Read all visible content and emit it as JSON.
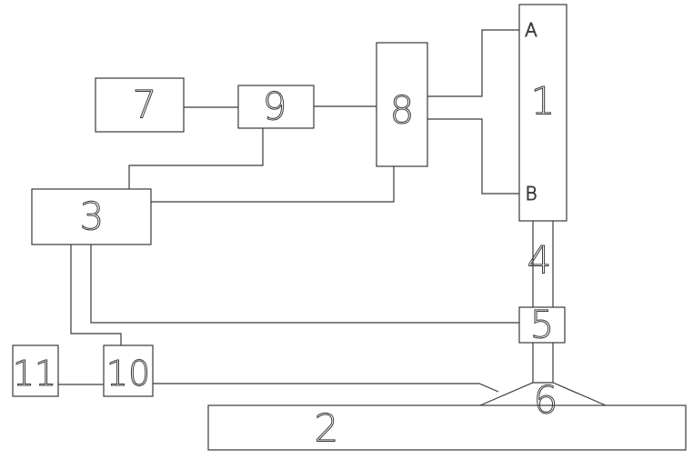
{
  "labels": {
    "b1": "1",
    "b2": "2",
    "b3": "3",
    "s4": "4",
    "b5": "5",
    "s6": "6",
    "b7": "7",
    "b8": "8",
    "b9": "9",
    "b10": "10",
    "b11": "11",
    "pA": "A",
    "pB": "B"
  }
}
